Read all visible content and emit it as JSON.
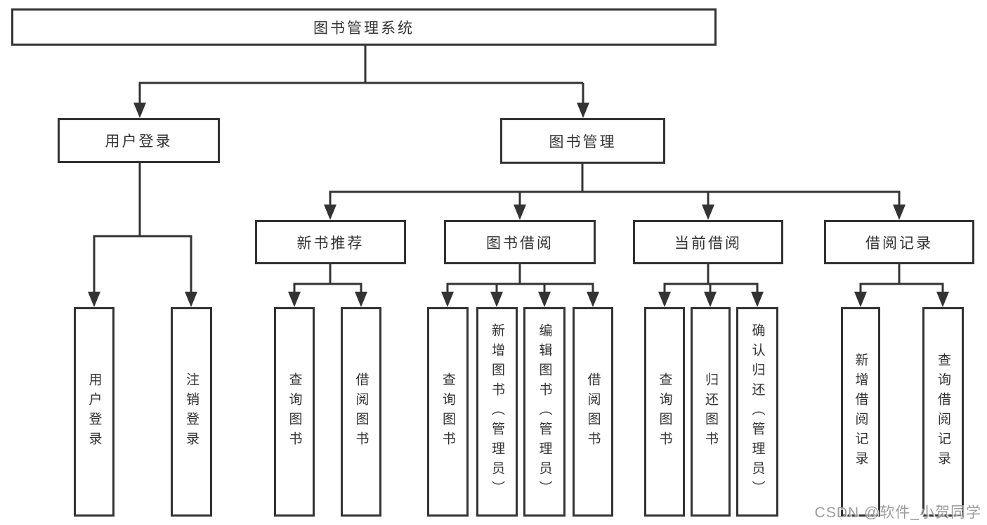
{
  "tree": {
    "root": "图书管理系统",
    "branches": [
      {
        "label": "用户登录",
        "children": [
          "用户登录",
          "注销登录"
        ]
      },
      {
        "label": "图书管理",
        "groups": [
          {
            "label": "新书推荐",
            "children": [
              "查询图书",
              "借阅图书"
            ]
          },
          {
            "label": "图书借阅",
            "children": [
              "查询图书",
              "新增图书（管理员）",
              "编辑图书（管理员）",
              "借阅图书"
            ]
          },
          {
            "label": "当前借阅",
            "children": [
              "查询图书",
              "归还图书",
              "确认归还（管理员）"
            ]
          },
          {
            "label": "借阅记录",
            "children": [
              "新增借阅记录",
              "查询借阅记录"
            ]
          }
        ]
      }
    ]
  },
  "watermark": {
    "text": "CSDN @软件_小贺同学"
  },
  "colors": {
    "line": "#333333",
    "box_border": "#333333",
    "text": "#333333",
    "watermark": "#9c9c9c",
    "background": "#ffffff"
  }
}
